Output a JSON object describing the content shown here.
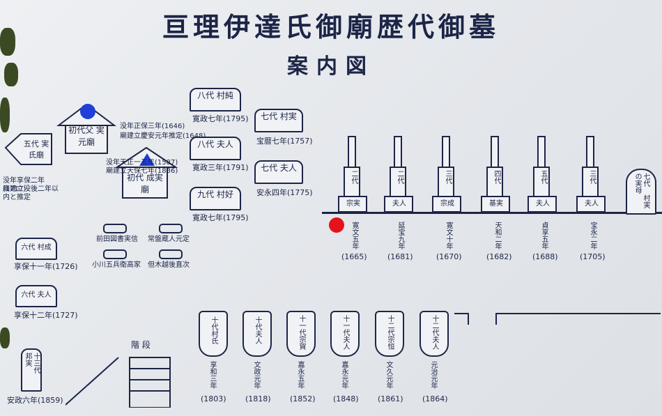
{
  "title": "亘理伊達氏御廟歴代御墓",
  "subtitle": "案内図",
  "shrines": {
    "father": {
      "label": "初代父 実元廟",
      "note1": "没年天正一五年(1587)",
      "note2": "廟建立天保七年(1836)",
      "marker_color": "#1f3fd6"
    },
    "first": {
      "label": "初代 成実廟",
      "note1": "没年正保三年(1646)",
      "note2": "廟建立慶安元年推定(1648)",
      "marker_color": "#1f3fd6"
    },
    "fifth": {
      "label": "五代 実氏廟",
      "note1": "没年享保二年(1717)",
      "note2": "廟建立没後二年以内と推定"
    }
  },
  "left_graves": [
    {
      "label": "八代 村純",
      "year": "寛政七年(1795)"
    },
    {
      "label": "八代 夫人",
      "year": "寛政三年(1791)"
    },
    {
      "label": "九代 村好",
      "year": "寛政七年(1795)"
    },
    {
      "label": "七代 村実",
      "year": "宝暦七年(1757)"
    },
    {
      "label": "七代 夫人",
      "year": "安永四年(1775)"
    },
    {
      "label": "六代 村成",
      "year": "享保十一年(1726)"
    },
    {
      "label": "六代 夫人",
      "year": "享保十二年(1727)"
    },
    {
      "label": "十三代 邦実",
      "year": "安政六年(1859)"
    }
  ],
  "lanterns": [
    "前田図書実信",
    "常盤蔵人元定",
    "小川五兵衛高家",
    "但木越後直次"
  ],
  "pillars": [
    {
      "top": "二代",
      "name": "宗実",
      "year": "寛文五年",
      "ad": "(1665)"
    },
    {
      "top": "二代",
      "name": "夫人",
      "year": "延宝九年",
      "ad": "(1681)"
    },
    {
      "top": "三代",
      "name": "宗成",
      "year": "寛文十年",
      "ad": "(1670)"
    },
    {
      "top": "四代",
      "name": "基実",
      "year": "天和二年",
      "ad": "(1682)"
    },
    {
      "top": "五代",
      "name": "夫人",
      "year": "貞享五年",
      "ad": "(1688)"
    },
    {
      "top": "三代",
      "name": "夫人",
      "year": "宝永二年",
      "ad": "(1705)"
    }
  ],
  "seventh_mother": {
    "label": "七代 村実の実母"
  },
  "red_marker_color": "#e4121b",
  "stairs_label": "階 段",
  "bottom_graves": [
    {
      "label": "十代村氏",
      "year": "享和三年",
      "ad": "(1803)"
    },
    {
      "label": "十代夫人",
      "year": "文政元年",
      "ad": "(1818)"
    },
    {
      "label": "十一代宗賀",
      "year": "嘉永五年",
      "ad": "(1852)"
    },
    {
      "label": "十一代夫人",
      "year": "嘉永元年",
      "ad": "(1848)"
    },
    {
      "label": "十二代宗恒",
      "year": "文久元年",
      "ad": "(1861)"
    },
    {
      "label": "十二代夫人",
      "year": "元治元年",
      "ad": "(1864)"
    }
  ]
}
